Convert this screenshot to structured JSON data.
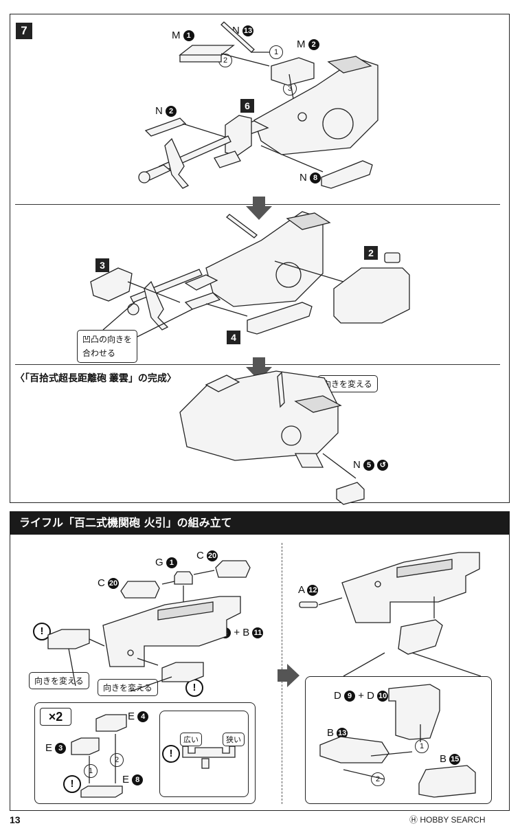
{
  "step": {
    "number": "7",
    "sub_steps": [
      "6",
      "2",
      "3",
      "4"
    ]
  },
  "parts": {
    "m1": {
      "letter": "M",
      "num": "1"
    },
    "n13": {
      "letter": "N",
      "num": "13"
    },
    "m2": {
      "letter": "M",
      "num": "2"
    },
    "n2": {
      "letter": "N",
      "num": "2"
    },
    "n8": {
      "letter": "N",
      "num": "8"
    },
    "n5": {
      "letter": "N",
      "num": "5"
    }
  },
  "order": {
    "one": "1",
    "two": "2",
    "three": "3"
  },
  "notes": {
    "align_line1": "凹凸の向きを",
    "align_line2": "合わせる",
    "change_dir": "向きを変える"
  },
  "completion_title": "〈「百拾式超長距離砲 叢雲」の完成〉",
  "rifle": {
    "banner": "ライフル「百二式機関砲 火引」の組み立て",
    "c20a": {
      "letter": "C",
      "num": "20"
    },
    "g1": {
      "letter": "G",
      "num": "1"
    },
    "c20b": {
      "letter": "C",
      "num": "20"
    },
    "b3": {
      "letter": "B",
      "num": "3"
    },
    "b11": {
      "letter": "B",
      "num": "11"
    },
    "plus": "+",
    "x2": "×2",
    "e4": {
      "letter": "E",
      "num": "4"
    },
    "e3": {
      "letter": "E",
      "num": "3"
    },
    "e8": {
      "letter": "E",
      "num": "8"
    },
    "wide": "広い",
    "narrow": "狭い",
    "a12": {
      "letter": "A",
      "num": "12"
    },
    "d9": {
      "letter": "D",
      "num": "9"
    },
    "d10": {
      "letter": "D",
      "num": "10"
    },
    "b13": {
      "letter": "B",
      "num": "13"
    },
    "b15": {
      "letter": "B",
      "num": "15"
    },
    "warn": "!"
  },
  "footer": {
    "page_number": "13",
    "watermark": "HOBBY SEARCH"
  }
}
